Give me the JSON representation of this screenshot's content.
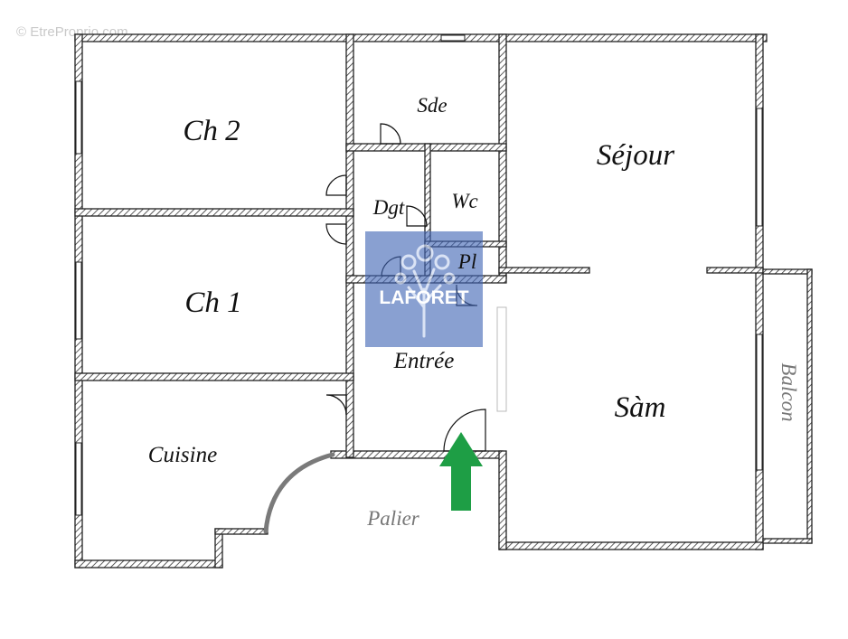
{
  "watermark": "© EtreProprio.com",
  "logo_text": "LAFORET",
  "rooms": {
    "ch2": "Ch 2",
    "ch1": "Ch 1",
    "cuisine": "Cuisine",
    "sde": "Sde",
    "dgt": "Dgt",
    "wc": "Wc",
    "pl": "Pl",
    "entree": "Entrée",
    "sejour": "Séjour",
    "sam": "Sàm",
    "balcon": "Balcon",
    "palier": "Palier"
  },
  "colors": {
    "entry_arrow": "#1e9e45",
    "logo_bg": "#3f64b5",
    "wall": "#222222"
  }
}
